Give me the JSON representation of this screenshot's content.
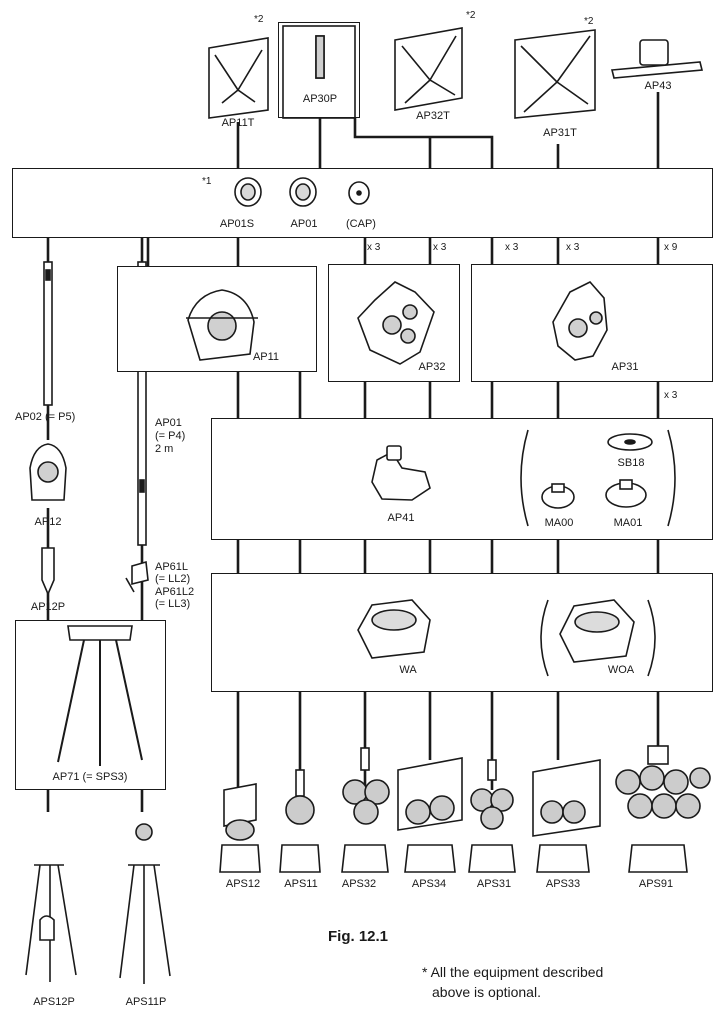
{
  "figure": {
    "caption": "Fig. 12.1",
    "note_line1": "* All the equipment described",
    "note_line2": "above is optional."
  },
  "top_targets": {
    "ap11t": "AP11T",
    "ap30p": "AP30P",
    "ap32t": "AP32T",
    "ap31t": "AP31T",
    "ap43": "AP43",
    "star2": "*2"
  },
  "prisms": {
    "star1": "*1",
    "ap01s": "AP01S",
    "ap01": "AP01",
    "cap": "(CAP)"
  },
  "holders": {
    "ap11": "AP11",
    "ap32": "AP32",
    "ap31": "AP31",
    "x3": "x 3",
    "x9": "x 9",
    "x3b": "x 3"
  },
  "poles": {
    "ap02": "AP02 (= P5)",
    "ap12": "AP12",
    "ap12p": "AP12P",
    "ap01_pole": "AP01",
    "ap01_pole_eq": "(= P4)",
    "ap01_pole_len": "2 m",
    "ap61l": "AP61L",
    "ap61l_eq": "(= LL2)",
    "ap61l2": "AP61L2",
    "ap61l2_eq": "(= LL3)",
    "ap71": "AP71 (= SPS3)"
  },
  "adapters": {
    "ap41": "AP41",
    "sb18": "SB18",
    "ma00": "MA00",
    "ma01": "MA01"
  },
  "tribrachs": {
    "wa": "WA",
    "woa": "WOA"
  },
  "sets": {
    "aps12": "APS12",
    "aps11": "APS11",
    "aps32": "APS32",
    "aps34": "APS34",
    "aps31": "APS31",
    "aps33": "APS33",
    "aps91": "APS91",
    "aps12p": "APS12P",
    "aps11p": "APS11P"
  }
}
